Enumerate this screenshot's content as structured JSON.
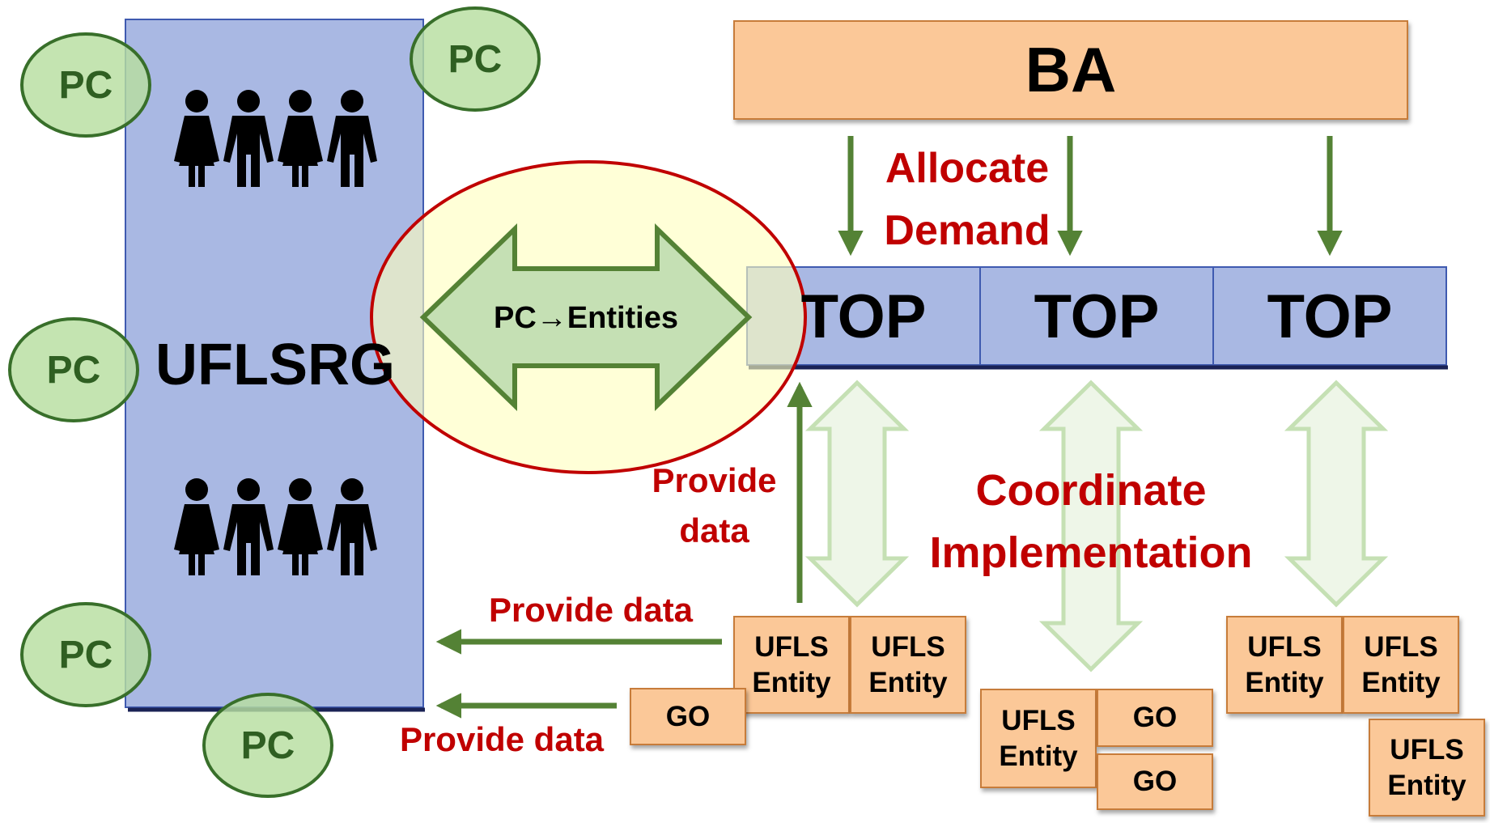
{
  "group": {
    "label": "UFLSRG"
  },
  "pc_label": "PC",
  "ba": {
    "label": "BA"
  },
  "top_label": "TOP",
  "exchange": {
    "label": "PC→Entities"
  },
  "allocate": {
    "line1": "Allocate",
    "line2": "Demand"
  },
  "coordinate": {
    "line1": "Coordinate",
    "line2": "Implementation"
  },
  "provide_data": {
    "vertical_line1": "Provide",
    "vertical_line2": "data",
    "upper": "Provide data",
    "lower": "Provide data"
  },
  "entity": {
    "line1": "UFLS",
    "line2": "Entity"
  },
  "go_label": "GO",
  "colors": {
    "arrow_green": "#548235",
    "label_red": "#c00000",
    "box_orange": "#fbc898",
    "panel_blue": "#a9b8e3",
    "pc_green": "#c5e0b4"
  },
  "icons": [
    "people-group-icon",
    "double-arrow-icon"
  ]
}
